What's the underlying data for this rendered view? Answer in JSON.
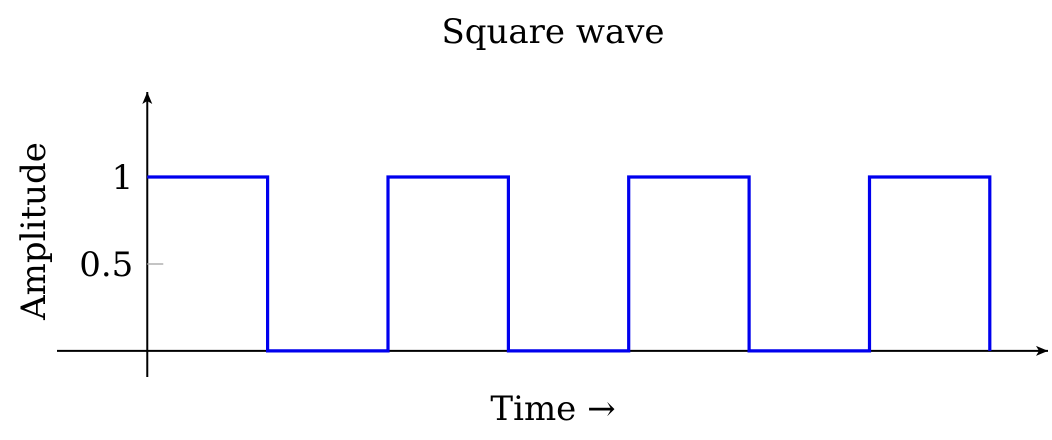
{
  "colors": {
    "series": "#0000ee",
    "axis": "#000000",
    "tick": "#b0b0b0"
  },
  "chart_data": {
    "type": "line",
    "title": "Square wave",
    "xlabel": "Time →",
    "ylabel": "Amplitude",
    "step": true,
    "xlim": [
      -0.75,
      7.5
    ],
    "ylim": [
      -0.15,
      1.5
    ],
    "y_ticks": [
      0.5,
      1
    ],
    "y_tick_labels": [
      "0.5",
      "1"
    ],
    "x_ticks": [],
    "grid": false,
    "legend": "none",
    "series": [
      {
        "x": [
          0,
          1,
          1,
          2,
          2,
          3,
          3,
          4,
          4,
          5,
          5,
          6,
          6,
          7,
          7
        ],
        "y": [
          1,
          1,
          0,
          0,
          1,
          1,
          0,
          0,
          1,
          1,
          0,
          0,
          1,
          1,
          0
        ]
      }
    ]
  }
}
